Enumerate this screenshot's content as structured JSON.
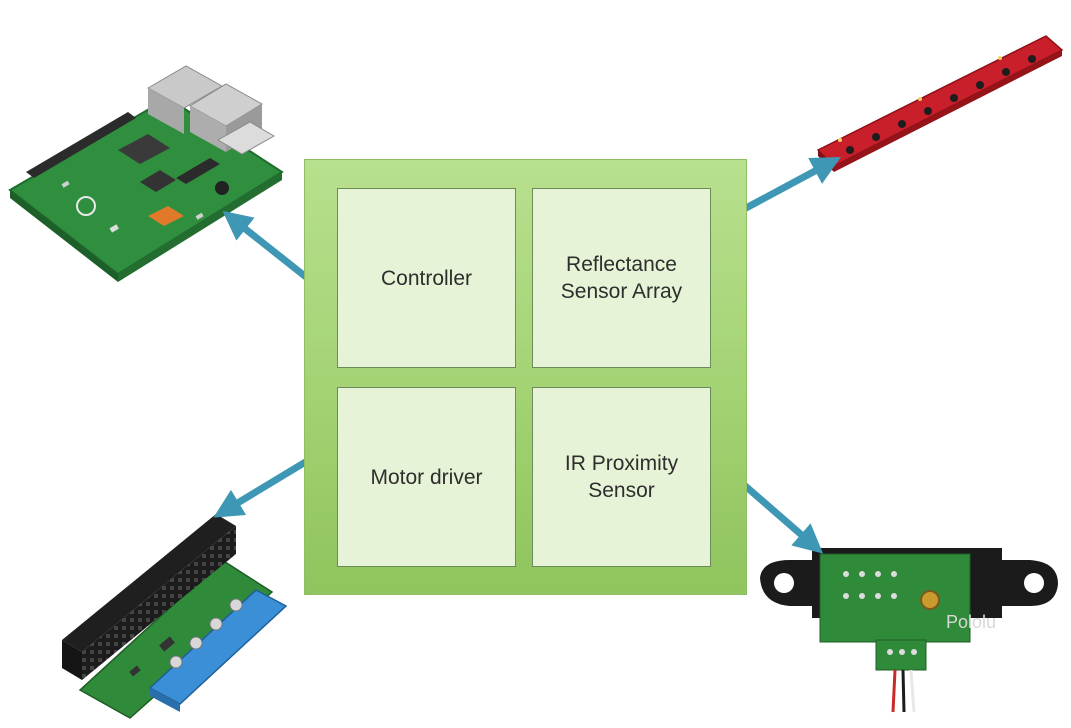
{
  "blocks": {
    "controller": "Controller",
    "reflectance": "Reflectance\nSensor Array",
    "motor_driver": "Motor driver",
    "ir_sensor": "IR Proximity\nSensor"
  },
  "photos": {
    "ir_module_brand": "Pololu"
  },
  "colors": {
    "arrow": "#3e97b5",
    "block_fill": "#a8d67b",
    "cell_fill": "#e7f3d6",
    "pcb_green": "#2e8b3e",
    "pcb_red": "#c8202a"
  }
}
